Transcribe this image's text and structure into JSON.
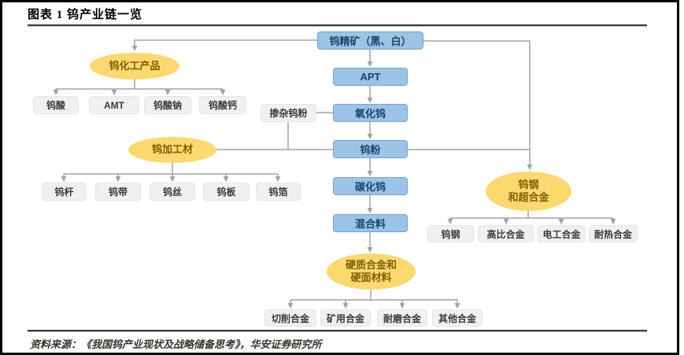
{
  "figure": {
    "title": "图表 1 钨产业链一览",
    "source": "资料来源：《我国钨产业现状及战略储备思考》，华安证券研究所"
  },
  "colors": {
    "process_box_fill": "#9DC3E6",
    "process_box_text": "#17466E",
    "category_ellipse_fill": "#FBD870",
    "category_ellipse_text": "#7F6000",
    "product_box_fill": "#F0F0F0",
    "product_box_text": "#3A3A3A",
    "connector_line": "#A3A3A3"
  },
  "diagram": {
    "main_chain": {
      "concentrate": "钨精矿（黑、白）",
      "apt": "APT",
      "oxide": "氧化钨",
      "powder": "钨粉",
      "carbide": "碳化钨",
      "mixture": "混合料"
    },
    "doped_powder": "掺杂钨粉",
    "chemical": {
      "label": "钨化工产品",
      "children": [
        "钨酸",
        "AMT",
        "钨酸钠",
        "钨酸钙"
      ]
    },
    "processed": {
      "label": "钨加工材",
      "children": [
        "钨杆",
        "钨带",
        "钨丝",
        "钨板",
        "钨箔"
      ]
    },
    "superalloy": {
      "label": "钨钢\n和超合金",
      "children": [
        "钨钢",
        "高比合金",
        "电工合金",
        "耐热合金"
      ]
    },
    "hard_alloy": {
      "label": "硬质合金和\n硬面材料",
      "children": [
        "切削合金",
        "矿用合金",
        "耐磨合金",
        "其他合金"
      ]
    }
  }
}
